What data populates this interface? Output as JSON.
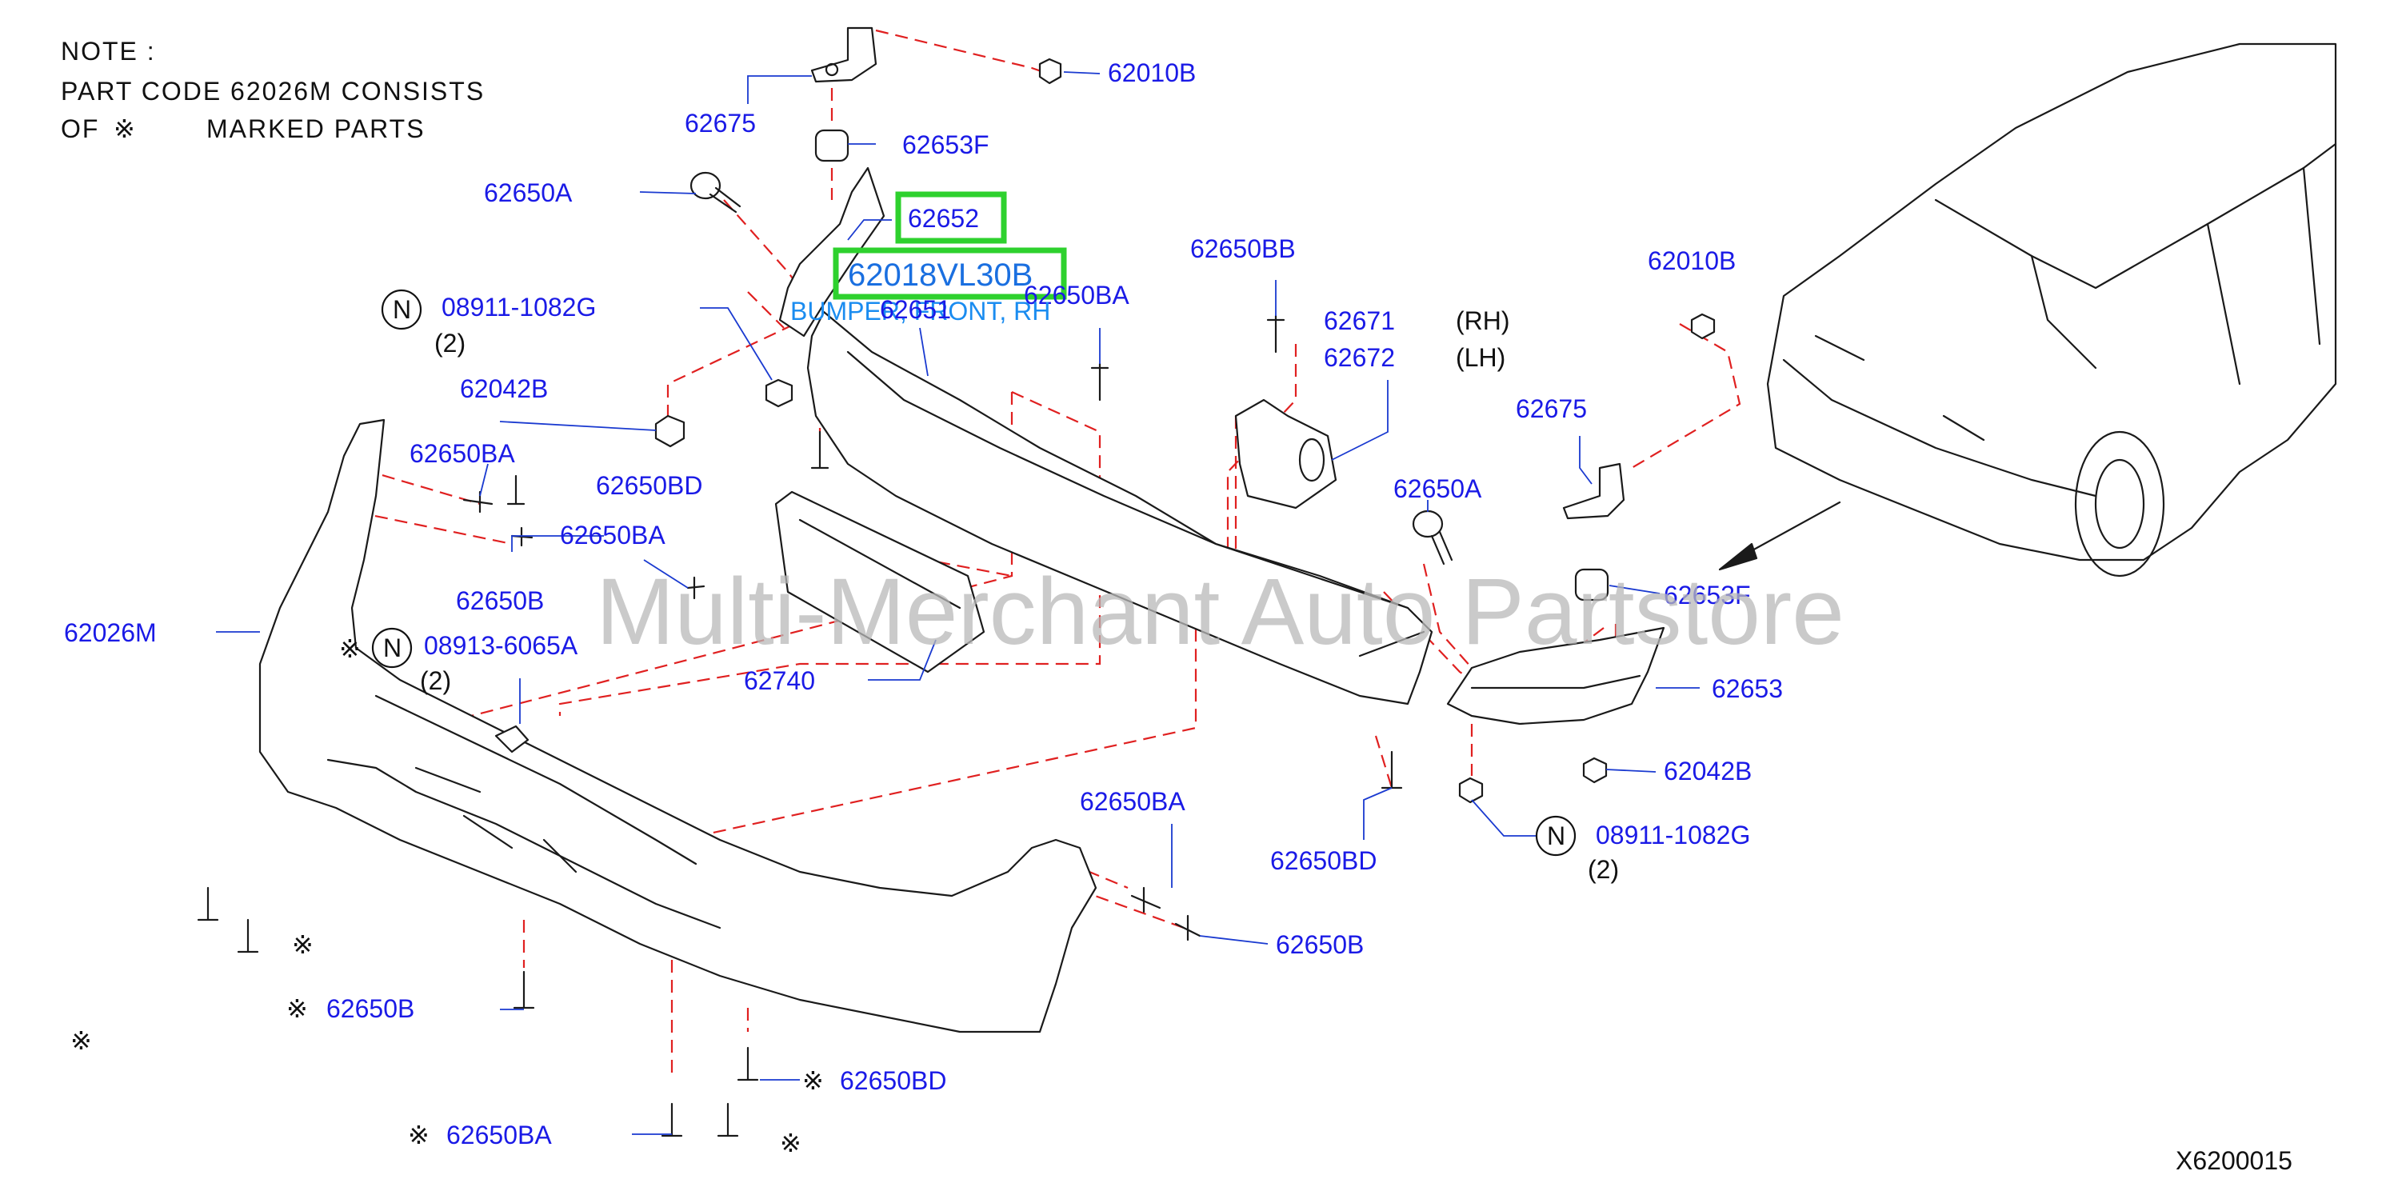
{
  "note": {
    "line1": "NOTE  :",
    "line2": "PART  CODE  62026M  CONSISTS",
    "line3_prefix": "OF",
    "line3_suffix": "MARKED  PARTS"
  },
  "highlight": {
    "code_62652": "62652",
    "code_62018": "62018VL30B",
    "description": "BUMPER, FRONT, RH"
  },
  "labels": {
    "l62010B_top": "62010B",
    "l62675_top": "62675",
    "l62653F_top": "62653F",
    "l62650A_top": "62650A",
    "l08911_top": "08911-1082G",
    "l08911_top_qty": "(2)",
    "l62651": "62651",
    "l62650BA_mid": "62650BA",
    "l62042B_left": "62042B",
    "l62650BA_left": "62650BA",
    "l62650BD_left": "62650BD",
    "l62650BA_mid2": "62650BA",
    "l62650B_left": "62650B",
    "l62026M": "62026M",
    "l08913": "08913-6065A",
    "l08913_qty": "(2)",
    "l62740": "62740",
    "l62650BB": "62650BB",
    "l62671": "62671",
    "l62672": "62672",
    "rh": "(RH)",
    "lh": "(LH)",
    "l62010B_right": "62010B",
    "l62675_right": "62675",
    "l62650A_right": "62650A",
    "l62653F_right": "62653F",
    "l62653": "62653",
    "l62042B_right": "62042B",
    "l08911_right": "08911-1082G",
    "l08911_right_qty": "(2)",
    "l62650BD_mid": "62650BD",
    "l62650BA_low": "62650BA",
    "l62650B_low": "62650B",
    "l62650B_bottom": "62650B",
    "l62650BD_bottom": "62650BD",
    "l62650BA_bottom": "62650BA",
    "n_symbol": "N",
    "kome": "※",
    "diagram_code": "X6200015"
  },
  "watermark": "Multi-Merchant Auto Partstore",
  "colors": {
    "label_blue": "#1a1ae6",
    "highlight_green": "#2ed12e",
    "dashed_red": "#e02020"
  }
}
